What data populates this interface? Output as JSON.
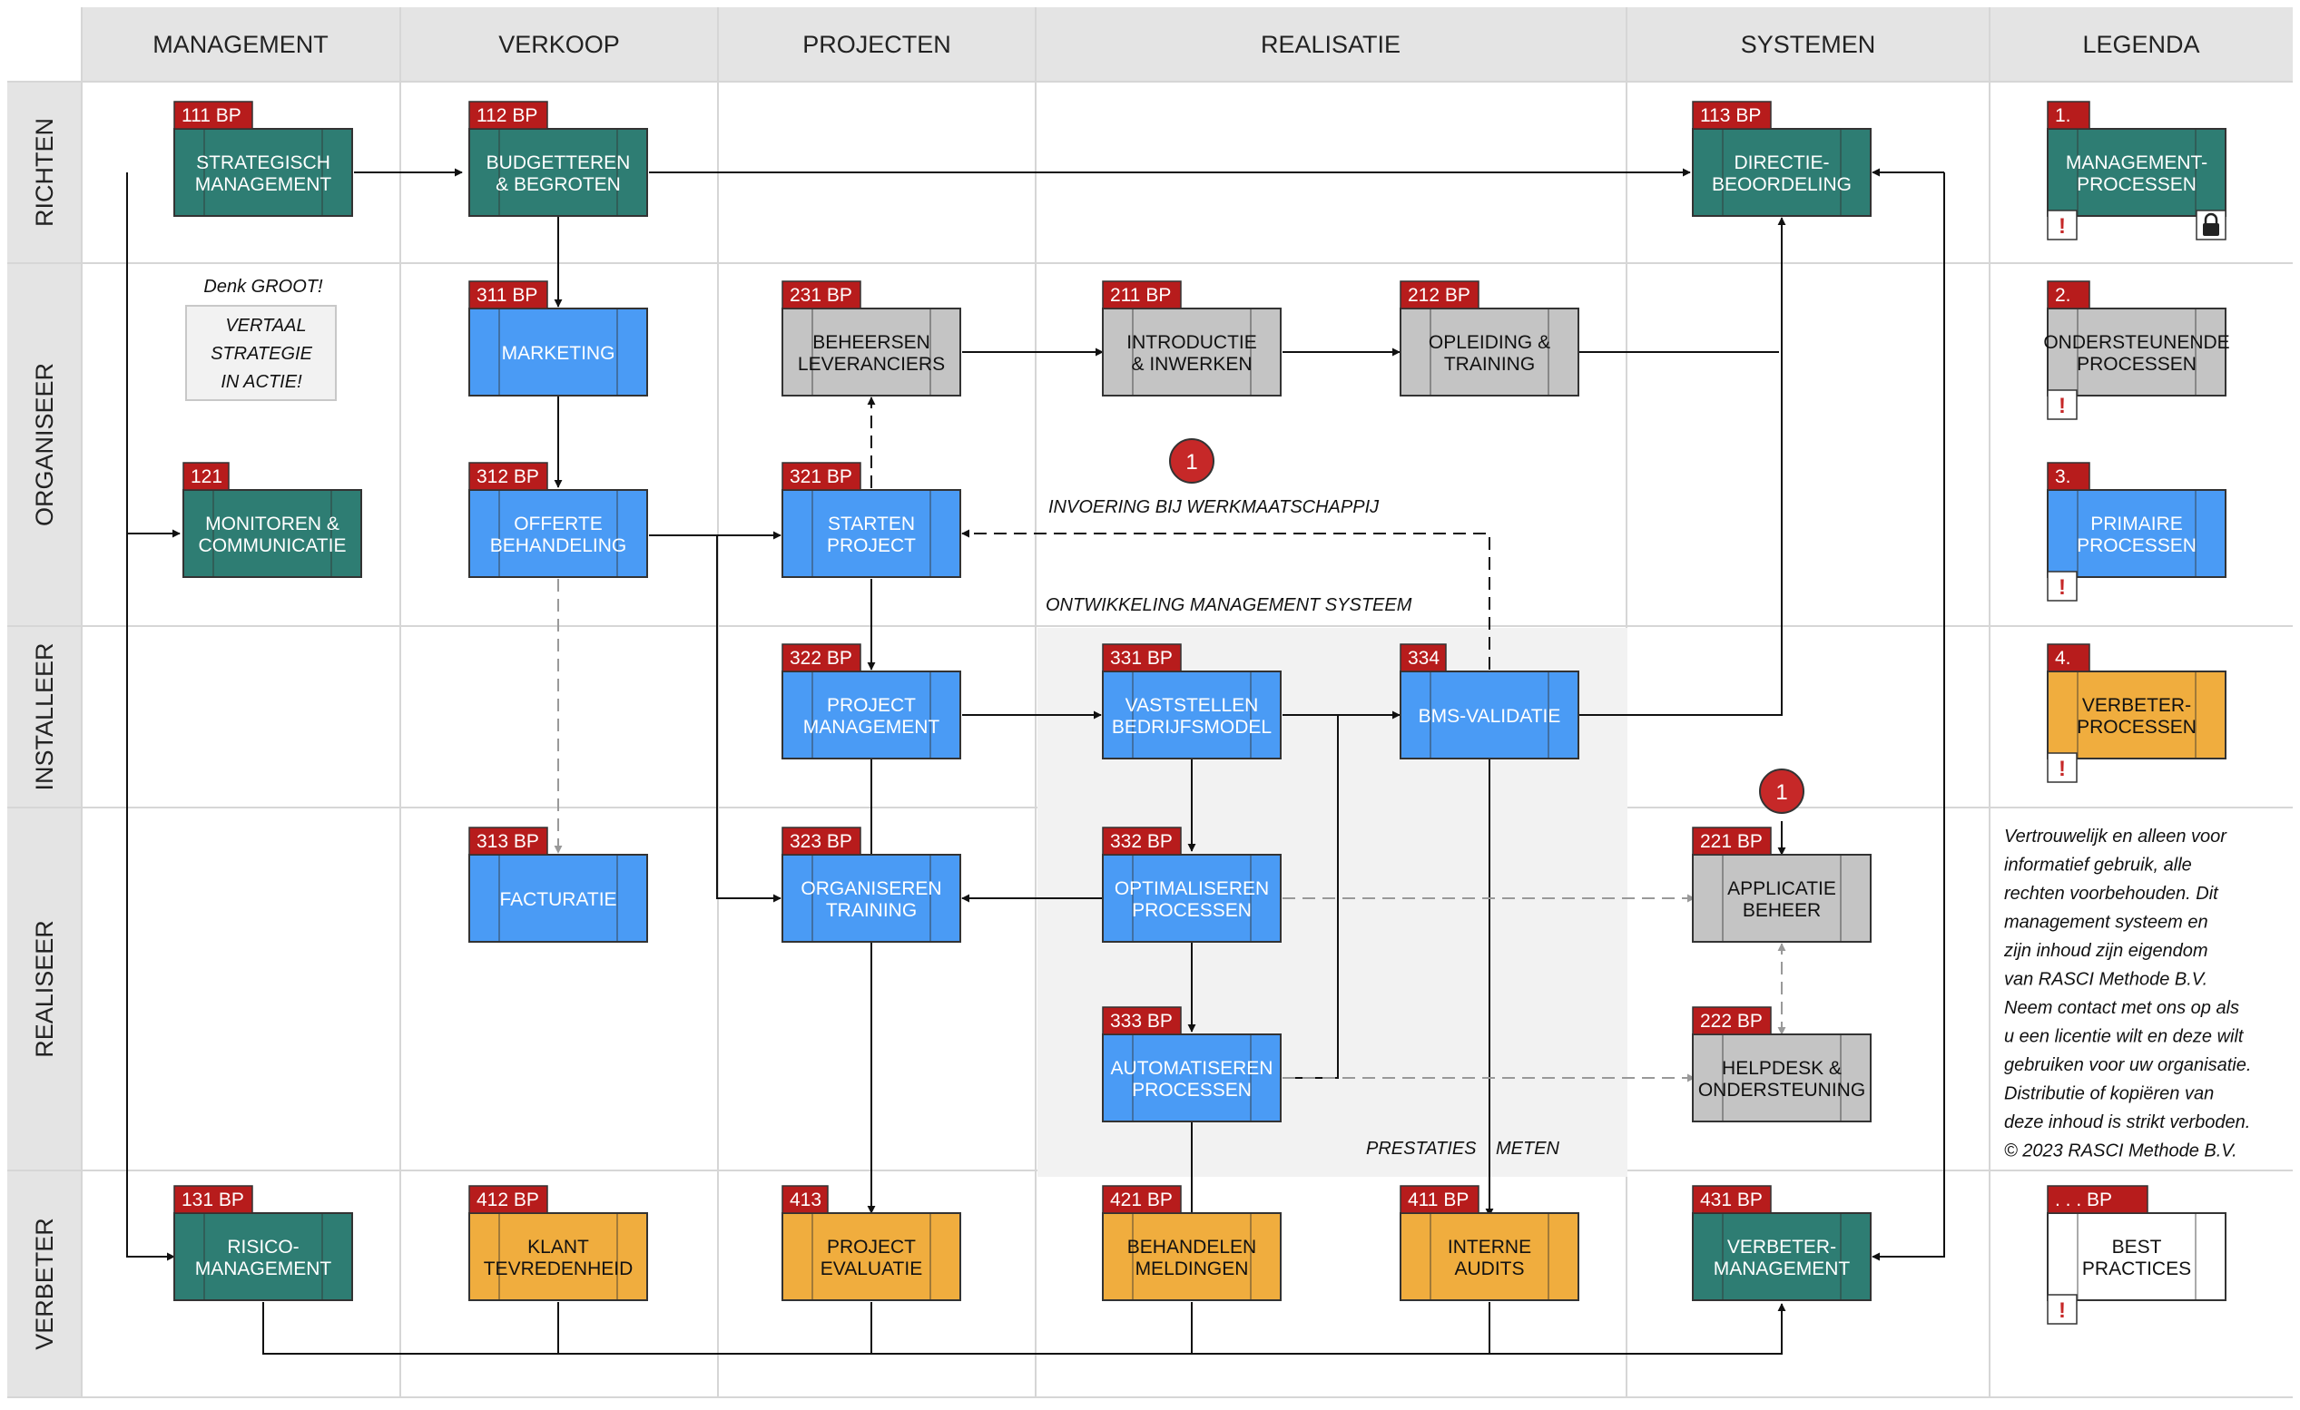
{
  "columns": [
    "MANAGEMENT",
    "VERKOOP",
    "PROJECTEN",
    "REALISATIE",
    "SYSTEMEN",
    "LEGENDA"
  ],
  "rows": [
    "RICHTEN",
    "ORGANISEER",
    "INSTALLEER",
    "REALISEER",
    "VERBETER"
  ],
  "colors": {
    "management": "#2e7d73",
    "support": "#c4c4c4",
    "primary": "#4a9bf5",
    "improve": "#f0ad3e",
    "tag": "#b71c1c",
    "header_bg": "#e4e4e4"
  },
  "boxes": [
    {
      "id": "b111",
      "tag": "111 BP",
      "lines": [
        "STRATEGISCH",
        "MANAGEMENT"
      ],
      "kind": "management"
    },
    {
      "id": "b112",
      "tag": "112 BP",
      "lines": [
        "BUDGETTEREN",
        "& BEGROTEN"
      ],
      "kind": "management"
    },
    {
      "id": "b113",
      "tag": "113 BP",
      "lines": [
        "DIRECTIE-",
        "BEOORDELING"
      ],
      "kind": "management"
    },
    {
      "id": "b311",
      "tag": "311 BP",
      "lines": [
        "MARKETING"
      ],
      "kind": "primary"
    },
    {
      "id": "b231",
      "tag": "231 BP",
      "lines": [
        "BEHEERSEN",
        "LEVERANCIERS"
      ],
      "kind": "support"
    },
    {
      "id": "b211",
      "tag": "211 BP",
      "lines": [
        "INTRODUCTIE",
        "& INWERKEN"
      ],
      "kind": "support"
    },
    {
      "id": "b212",
      "tag": "212 BP",
      "lines": [
        "OPLEIDING &",
        "TRAINING"
      ],
      "kind": "support"
    },
    {
      "id": "b121",
      "tag": "121",
      "lines": [
        "MONITOREN &",
        "COMMUNICATIE"
      ],
      "kind": "management"
    },
    {
      "id": "b312",
      "tag": "312 BP",
      "lines": [
        "OFFERTE",
        "BEHANDELING"
      ],
      "kind": "primary"
    },
    {
      "id": "b321",
      "tag": "321 BP",
      "lines": [
        "STARTEN",
        "PROJECT"
      ],
      "kind": "primary"
    },
    {
      "id": "b322",
      "tag": "322 BP",
      "lines": [
        "PROJECT",
        "MANAGEMENT"
      ],
      "kind": "primary"
    },
    {
      "id": "b331",
      "tag": "331 BP",
      "lines": [
        "VASTSTELLEN",
        "BEDRIJFSMODEL"
      ],
      "kind": "primary"
    },
    {
      "id": "b334",
      "tag": "334",
      "lines": [
        "BMS-VALIDATIE"
      ],
      "kind": "primary"
    },
    {
      "id": "b313",
      "tag": "313 BP",
      "lines": [
        "FACTURATIE"
      ],
      "kind": "primary"
    },
    {
      "id": "b323",
      "tag": "323 BP",
      "lines": [
        "ORGANISEREN",
        "TRAINING"
      ],
      "kind": "primary"
    },
    {
      "id": "b332",
      "tag": "332 BP",
      "lines": [
        "OPTIMALISEREN",
        "PROCESSEN"
      ],
      "kind": "primary"
    },
    {
      "id": "b221",
      "tag": "221 BP",
      "lines": [
        "APPLICATIE",
        "BEHEER"
      ],
      "kind": "support"
    },
    {
      "id": "b333",
      "tag": "333 BP",
      "lines": [
        "AUTOMATISEREN",
        "PROCESSEN"
      ],
      "kind": "primary"
    },
    {
      "id": "b222",
      "tag": "222 BP",
      "lines": [
        "HELPDESK &",
        "ONDERSTEUNING"
      ],
      "kind": "support"
    },
    {
      "id": "b131",
      "tag": "131 BP",
      "lines": [
        "RISICO-",
        "MANAGEMENT"
      ],
      "kind": "management"
    },
    {
      "id": "b412",
      "tag": "412 BP",
      "lines": [
        "KLANT",
        "TEVREDENHEID"
      ],
      "kind": "improve"
    },
    {
      "id": "b413",
      "tag": "413",
      "lines": [
        "PROJECT",
        "EVALUATIE"
      ],
      "kind": "improve"
    },
    {
      "id": "b421",
      "tag": "421 BP",
      "lines": [
        "BEHANDELEN",
        "MELDINGEN"
      ],
      "kind": "improve"
    },
    {
      "id": "b411",
      "tag": "411 BP",
      "lines": [
        "INTERNE",
        "AUDITS"
      ],
      "kind": "improve"
    },
    {
      "id": "b431",
      "tag": "431 BP",
      "lines": [
        "VERBETER-",
        "MANAGEMENT"
      ],
      "kind": "management"
    }
  ],
  "legend": [
    {
      "id": "l1",
      "tag": "1.",
      "lines": [
        "MANAGEMENT-",
        "PROCESSEN"
      ],
      "kind": "management",
      "warn": "!",
      "lock": true
    },
    {
      "id": "l2",
      "tag": "2.",
      "lines": [
        "ONDERSTEUNENDE",
        "PROCESSEN"
      ],
      "kind": "support",
      "warn": "!"
    },
    {
      "id": "l3",
      "tag": "3.",
      "lines": [
        "PRIMAIRE",
        "PROCESSEN"
      ],
      "kind": "primary",
      "warn": "!"
    },
    {
      "id": "l4",
      "tag": "4.",
      "lines": [
        "VERBETER-",
        "PROCESSEN"
      ],
      "kind": "improve",
      "warn": "!"
    },
    {
      "id": "l5",
      "tag": ". . . BP",
      "lines": [
        "BEST",
        "PRACTICES"
      ],
      "kind": "white",
      "warn": "!"
    }
  ],
  "badges": [
    "1",
    "1"
  ],
  "notes": {
    "denk_groot": "Denk GROOT!",
    "vertaal": [
      "VERTAAL",
      "STRATEGIE",
      "IN ACTIE!"
    ],
    "invoering": "INVOERING BIJ WERKMAATSCHAPPIJ",
    "ontwikkeling": "ONTWIKKELING MANAGEMENT SYSTEEM",
    "prestaties": "PRESTATIES",
    "meten": "METEN"
  },
  "disclaimer": [
    "Vertrouwelijk en alleen voor",
    "informatief gebruik, alle",
    "rechten voorbehouden. Dit",
    "management systeem en",
    "zijn inhoud zijn eigendom",
    "van RASCI Methode B.V.",
    "Neem contact met ons op als",
    "u een licentie wilt en deze wilt",
    "gebruiken voor uw organisatie.",
    "Distributie of kopiëren van",
    "deze inhoud is strikt verboden.",
    "© 2023 RASCI Methode B.V."
  ]
}
